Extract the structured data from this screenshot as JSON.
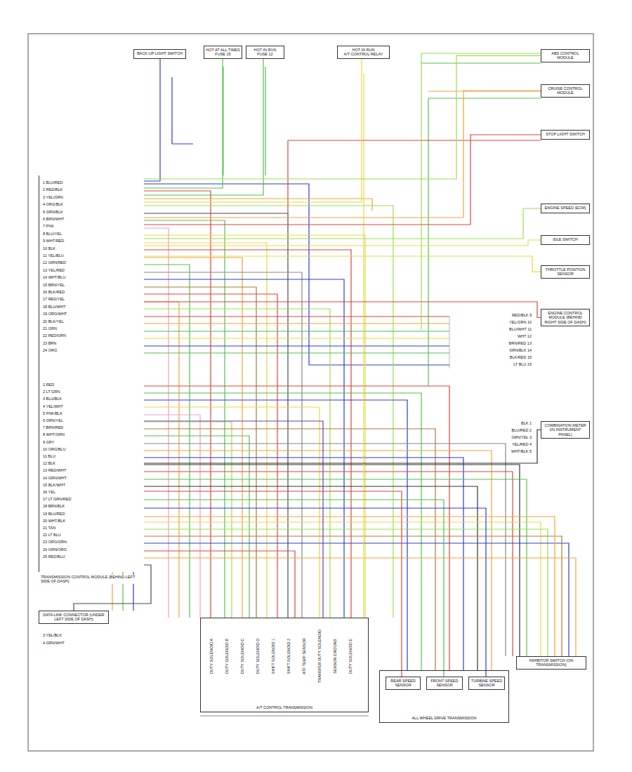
{
  "diagram": {
    "nodes": [
      {
        "text": [
          "TRANSMISSION CONTROL MODULE (BEHIND LEFT SIDE OF DASH)"
        ]
      },
      {
        "text": [
          "A/T CONTROL TRANSMISSION"
        ]
      },
      {
        "text": [
          "ALL WHEEL DRIVE TRANSMISSION"
        ]
      },
      {
        "text": [
          "REAR SPEED SENSOR"
        ],
        "in": 2
      },
      {
        "text": [
          "FRONT SPEED SENSOR"
        ],
        "in": 2
      },
      {
        "text": [
          "TURBINE SPEED SENSOR"
        ],
        "in": 2
      },
      {
        "text": [
          "INHIBITOR SWITCH (ON TRANSMISSION)"
        ]
      },
      {
        "text": [
          "DATA LINK CONNECTOR (UNDER LEFT SIDE OF DASH)"
        ]
      },
      {
        "text": [
          "ENGINE CONTROL MODULE (BEHIND RIGHT SIDE OF DASH)"
        ]
      },
      {
        "text": [
          "COMBINATION METER (IN INSTRUMENT PANEL)"
        ]
      },
      {
        "text": [
          "BACK-UP LIGHT SWITCH"
        ]
      },
      {
        "text": [
          "HOT AT ALL TIMES",
          "FUSE 15"
        ]
      },
      {
        "text": [
          "HOT IN RUN",
          "FUSE 12"
        ]
      },
      {
        "text": [
          "HOT IN RUN",
          "A/T CONTROL RELAY"
        ]
      },
      {
        "text": [
          "ABS CONTROL MODULE"
        ]
      },
      {
        "text": [
          "CRUISE CONTROL MODULE"
        ]
      },
      {
        "text": [
          "STOP LIGHT SWITCH"
        ]
      },
      {
        "text": [
          "ENGINE SPEED (ECM)"
        ]
      },
      {
        "text": [
          "IDLE SWITCH"
        ]
      },
      {
        "text": [
          "THROTTLE POSITION SENSOR"
        ]
      }
    ],
    "edges": [
      {
        "from": 0,
        "to": 1,
        "arrow": "none"
      },
      {
        "from": 0,
        "to": 3,
        "arrow": "none"
      },
      {
        "from": 0,
        "to": 4,
        "arrow": "none"
      },
      {
        "from": 0,
        "to": 5,
        "arrow": "none"
      },
      {
        "from": 0,
        "to": 6,
        "arrow": "none"
      },
      {
        "from": 0,
        "to": 7,
        "arrow": "none"
      },
      {
        "from": 0,
        "to": 8,
        "arrow": "none"
      },
      {
        "from": 0,
        "to": 9,
        "arrow": "none"
      },
      {
        "from": 10,
        "to": 0,
        "arrow": "none"
      },
      {
        "from": 11,
        "to": 0,
        "arrow": "none"
      },
      {
        "from": 12,
        "to": 0,
        "arrow": "none"
      },
      {
        "from": 13,
        "to": 0,
        "arrow": "none"
      },
      {
        "from": 0,
        "to": 14,
        "arrow": "none"
      },
      {
        "from": 0,
        "to": 15,
        "arrow": "none"
      },
      {
        "from": 0,
        "to": 16,
        "arrow": "none"
      },
      {
        "from": 0,
        "to": 17,
        "arrow": "none"
      },
      {
        "from": 0,
        "to": 18,
        "arrow": "none"
      },
      {
        "from": 0,
        "to": 19,
        "arrow": "none"
      }
    ],
    "labels": [
      "1 BLU/RED",
      "2 RED/BLK",
      "3 YEL/GRN",
      "4 ORG/BLK",
      "5 GRN/BLK",
      "6 BRN/WHT",
      "7 PNK",
      "8 BLU/YEL",
      "9 WHT/RED",
      "10 BLK",
      "11 YEL/BLU",
      "12 GRN/RED",
      "13 YEL/RED",
      "14 WHT/BLU",
      "15 BRN/YEL",
      "16 BLK/RED",
      "17 RED/YEL",
      "18 BLU/WHT",
      "19 ORG/WHT",
      "20 BLK/YEL",
      "21 GRN",
      "22 RED/GRN",
      "23 BRN",
      "24 ORG",
      "1 RED",
      "2 LT GRN",
      "3 BLU/BLK",
      "4 YEL/WHT",
      "5 PNK/BLK",
      "6 GRN/YEL",
      "7 BRN/RED",
      "8 WHT/GRN",
      "9 GRY",
      "10 ORG/BLU",
      "11 BLU",
      "12 BLK",
      "13 RED/WHT",
      "14 GRN/WHT",
      "15 BLK/WHT",
      "16 YEL",
      "17 LT GRN/RED",
      "18 BRN/BLK",
      "19 BLU/RED",
      "20 WHT/BLK",
      "21 TAN",
      "22 LT BLU",
      "23 ORG/GRN",
      "24 GRN/ORG",
      "25 RED/BLU",
      "RED/BLK 9",
      "YEL/GRN 10",
      "BLU/WHT 11",
      "WHT 12",
      "BRN/RED 13",
      "GRN/BLK 14",
      "BLK/RED 15",
      "LT BLU 16",
      "BLK 1",
      "BLU/RED 2",
      "GRN/YEL 3",
      "YEL/RED 4",
      "WHT/BLK 5",
      "3 YEL/BLK",
      "4 GRN/WHT",
      "DUTY SOLENOID A",
      "DUTY SOLENOID B",
      "DUTY SOLENOID C",
      "DUTY SOLENOID D",
      "SHIFT SOLENOID 1",
      "SHIFT SOLENOID 2",
      "ATF TEMP SENSOR",
      "TRANSFER DUTY SOLENOID",
      "SENSOR GROUND",
      "DUTY SOLENOID E"
    ]
  }
}
